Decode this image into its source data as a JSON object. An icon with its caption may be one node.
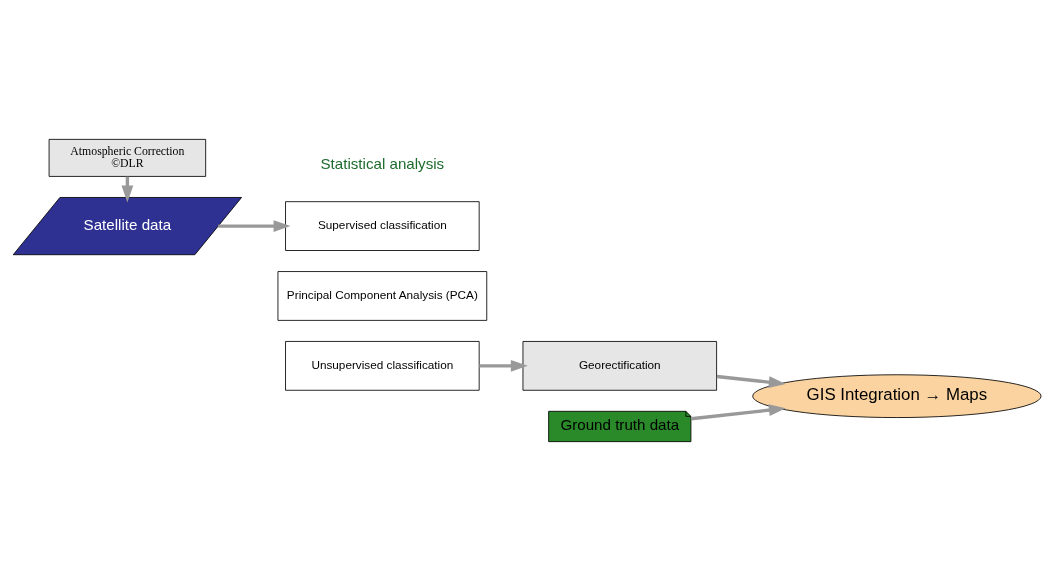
{
  "diagram": {
    "nodes": [
      {
        "text": [
          "Satellite data"
        ]
      },
      {
        "text": [
          "Atmospheric Correction",
          "©DLR"
        ]
      },
      {
        "text": [
          "Supervised classification"
        ]
      },
      {
        "text": [
          "Principal Component Analysis (PCA)"
        ]
      },
      {
        "text": [
          "Unsupervised classification"
        ]
      },
      {
        "text": [
          "Georectification"
        ]
      },
      {
        "text": [
          "Ground truth data"
        ]
      },
      {
        "text": [
          "GIS Integration → Maps"
        ]
      }
    ],
    "edges": [
      {
        "from": 1,
        "to": 0,
        "arrow": "to"
      },
      {
        "from": 0,
        "to": 2,
        "arrow": "to"
      },
      {
        "from": 4,
        "to": 5,
        "arrow": "to"
      },
      {
        "from": 5,
        "to": 7,
        "arrow": "to"
      },
      {
        "from": 6,
        "to": 7,
        "arrow": "to"
      }
    ],
    "labels": [
      "Statistical analysis"
    ]
  }
}
